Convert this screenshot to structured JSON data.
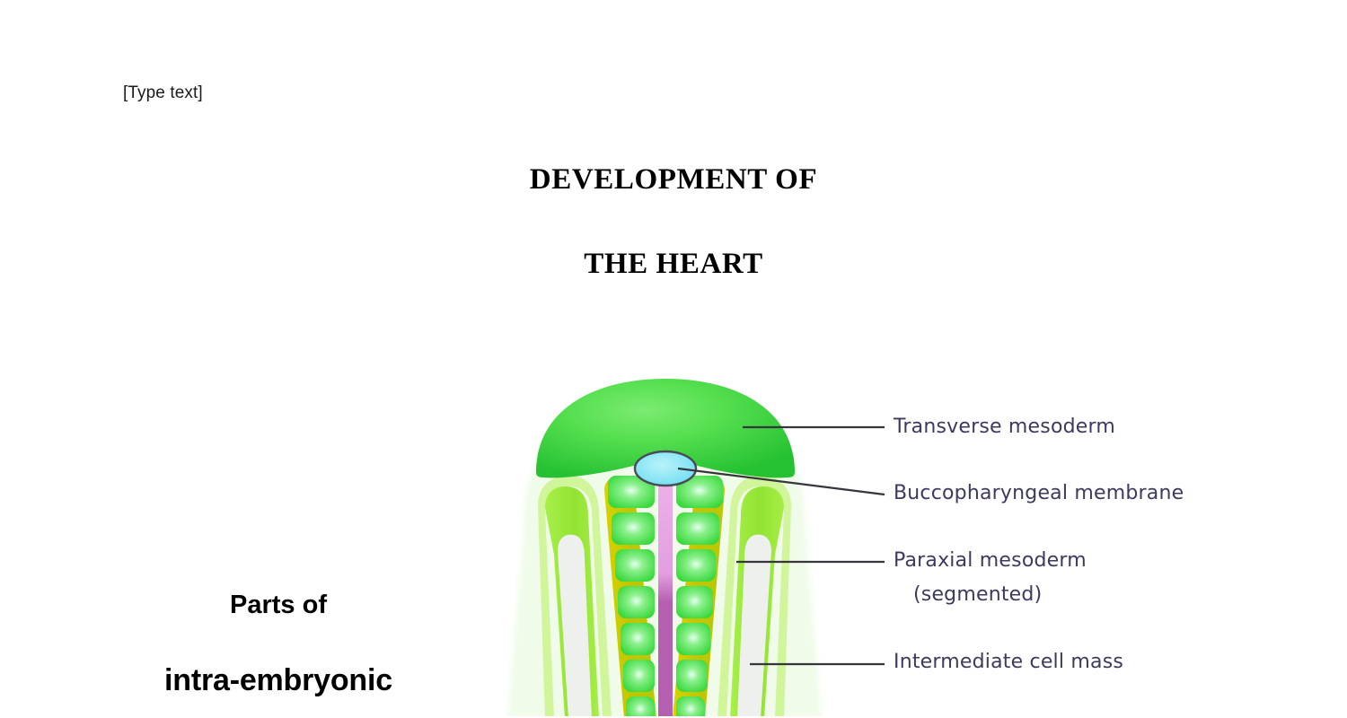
{
  "document": {
    "header_placeholder": "[Type text]",
    "title_line1": "DEVELOPMENT OF",
    "title_line2": "THE HEART",
    "side_caption_line1": "Parts of",
    "side_caption_line2": "intra-embryonic"
  },
  "figure": {
    "labels": {
      "transverse_mesoderm": "Transverse mesoderm",
      "buccopharyngeal_membrane": "Buccopharyngeal membrane",
      "paraxial_mesoderm": "Paraxial mesoderm",
      "paraxial_mesoderm_sub": "(segmented)",
      "intermediate_cell_mass": "Intermediate cell mass"
    },
    "colors": {
      "dome_green": "#3fd13f",
      "dome_green_light": "#6fe46c",
      "somite_green": "#45e045",
      "somite_highlight": "#ccffdd",
      "lateral_plate_green": "#9de83c",
      "intermediate_yellow": "#c9c802",
      "notochord_pink": "#e39fe0",
      "notochord_violet": "#b45fb0",
      "membrane_cyan": "#7fe3f0",
      "outline_dark": "#2b2b34",
      "leader_line": "#3a3a3a",
      "label_text": "#3c3a5e",
      "page_background": "#ffffff"
    }
  }
}
